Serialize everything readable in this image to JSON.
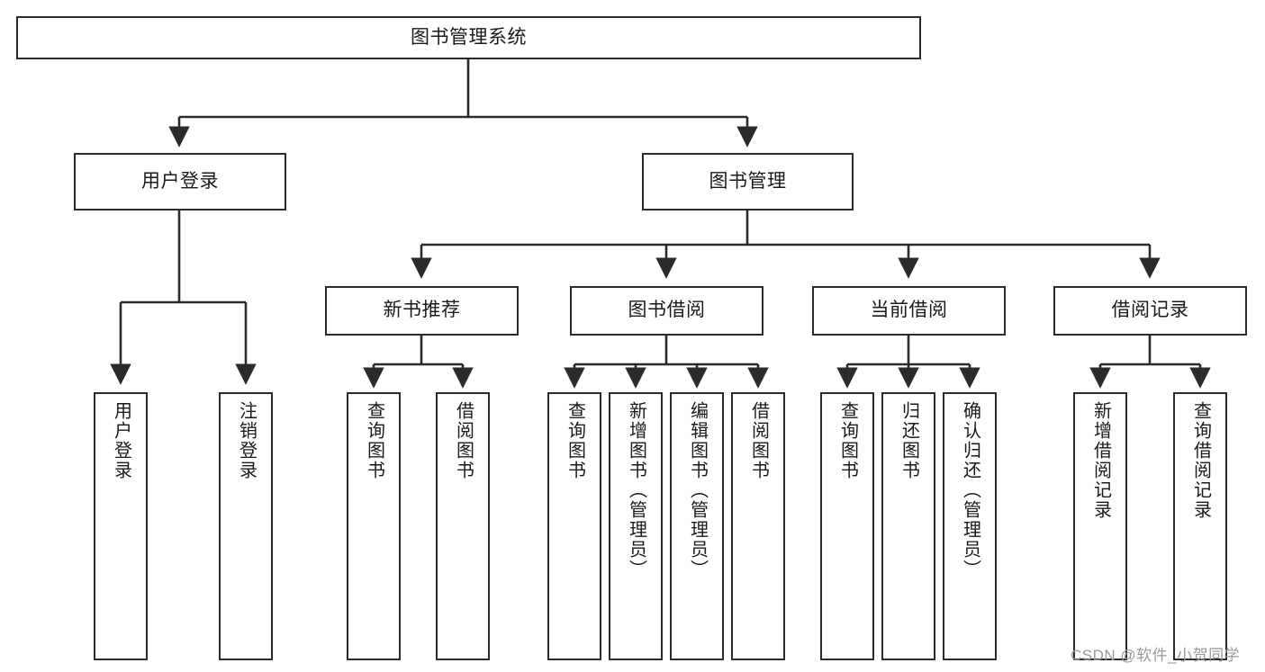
{
  "diagram": {
    "title": "图书管理系统",
    "type": "hierarchy-tree",
    "watermark": "CSDN @软件_小贺同学",
    "colors": {
      "box_border": "#2b2b2b",
      "box_fill": "#ffffff",
      "connector": "#2b2b2b",
      "text": "#1a1a1a",
      "watermark": "#9a9a9a"
    },
    "root": {
      "label": "图书管理系统"
    },
    "level2": [
      {
        "label": "用户登录"
      },
      {
        "label": "图书管理"
      }
    ],
    "level3": [
      {
        "label": "新书推荐"
      },
      {
        "label": "图书借阅"
      },
      {
        "label": "当前借阅"
      },
      {
        "label": "借阅记录"
      }
    ],
    "leaves": {
      "user_login": [
        {
          "label": "用户登录"
        },
        {
          "label": "注销登录"
        }
      ],
      "new_book": [
        {
          "label": "查询图书"
        },
        {
          "label": "借阅图书"
        }
      ],
      "book_borrow": [
        {
          "label": "查询图书"
        },
        {
          "label": "新增图书（管理员）"
        },
        {
          "label": "编辑图书（管理员）"
        },
        {
          "label": "借阅图书"
        }
      ],
      "current_borrow": [
        {
          "label": "查询图书"
        },
        {
          "label": "归还图书"
        },
        {
          "label": "确认归还（管理员）"
        }
      ],
      "borrow_record": [
        {
          "label": "新增借阅记录"
        },
        {
          "label": "查询借阅记录"
        }
      ]
    }
  }
}
